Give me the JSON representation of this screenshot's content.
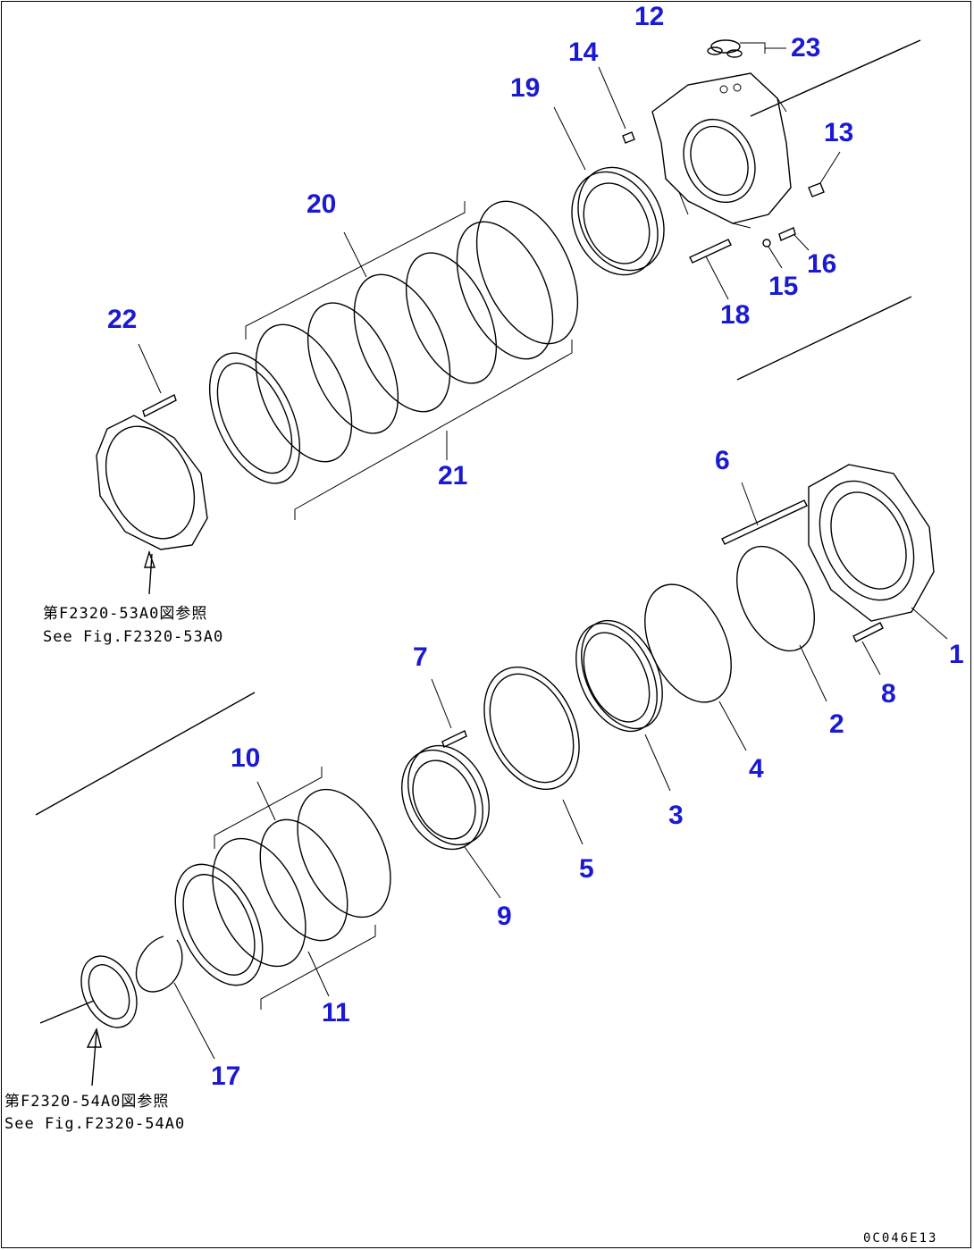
{
  "diagram": {
    "labels": {
      "n1": "1",
      "n2": "2",
      "n3": "3",
      "n4": "4",
      "n5": "5",
      "n6": "6",
      "n7": "7",
      "n8": "8",
      "n9": "9",
      "n10": "10",
      "n11": "11",
      "n12": "12",
      "n13": "13",
      "n14": "14",
      "n15": "15",
      "n16": "16",
      "n17": "17",
      "n18": "18",
      "n19": "19",
      "n20": "20",
      "n21": "21",
      "n22": "22",
      "n23": "23"
    },
    "label_color": "#1a1ad4",
    "ref_upper": {
      "jp": "第F2320-53A0図参照",
      "en": "See Fig.F2320-53A0"
    },
    "ref_lower": {
      "jp": "第F2320-54A0図参照",
      "en": "See Fig.F2320-54A0"
    },
    "drawing_code": "0C046E13"
  }
}
